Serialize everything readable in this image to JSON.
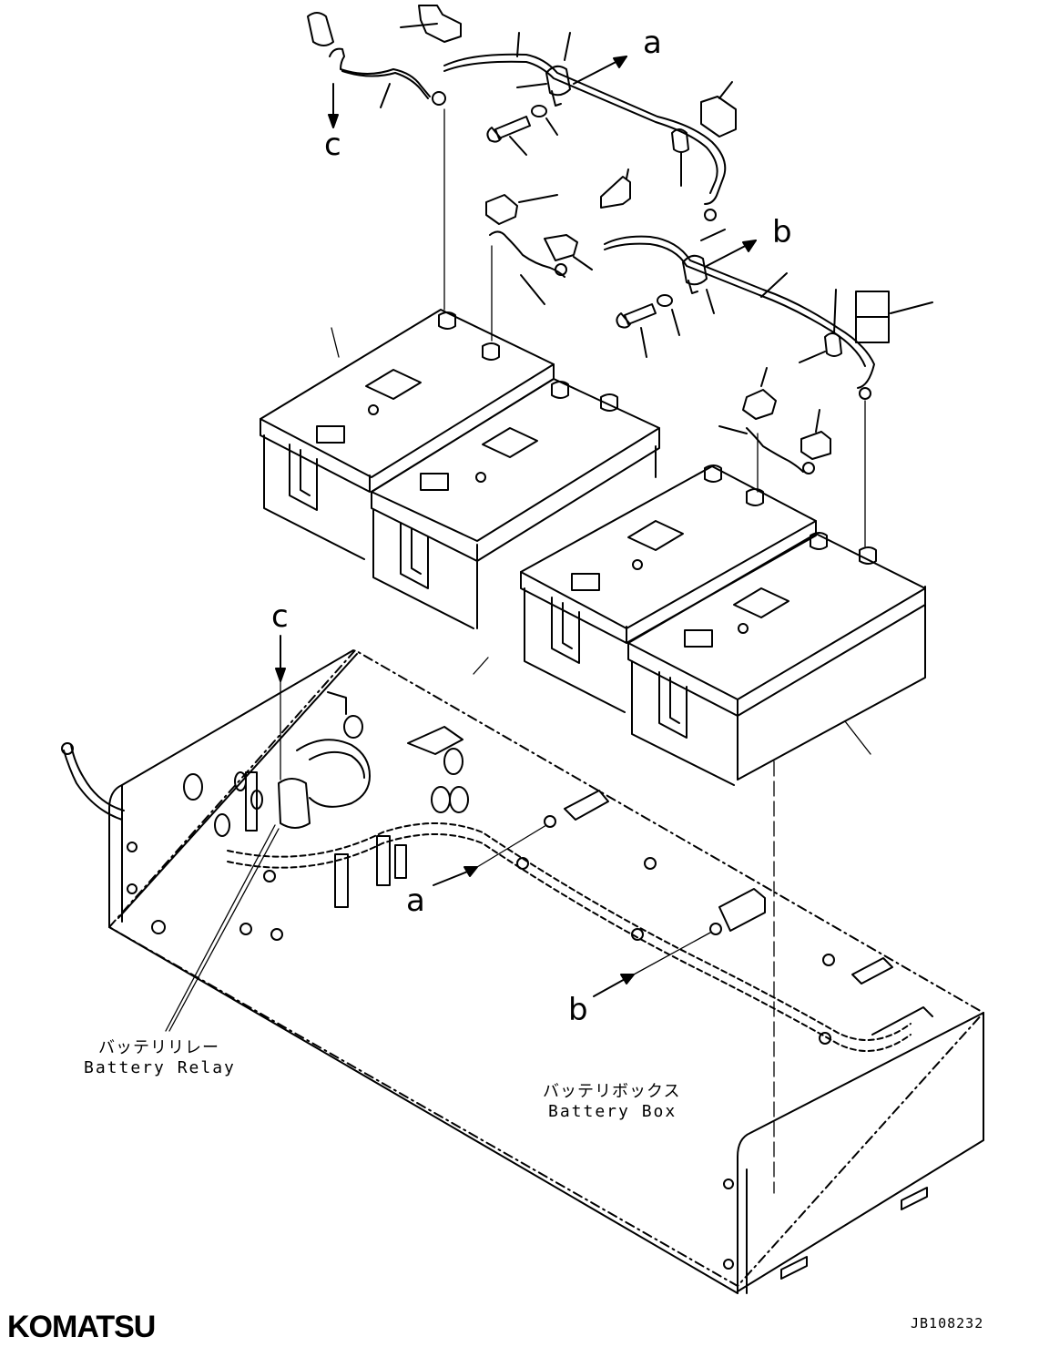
{
  "labels": {
    "relay_jp": "バッテリリレー",
    "relay_en": "Battery Relay",
    "box_jp": "バッテリボックス",
    "box_en": "Battery Box",
    "callout_a_top": "a",
    "callout_b_top": "b",
    "callout_c_top": "c",
    "callout_c_mid": "c",
    "callout_a_bottom": "a",
    "callout_b_bottom": "b"
  },
  "footer": {
    "brand": "KOMATSU",
    "drawing_code": "JB108232"
  },
  "colors": {
    "line": "#000000",
    "background": "#ffffff"
  }
}
